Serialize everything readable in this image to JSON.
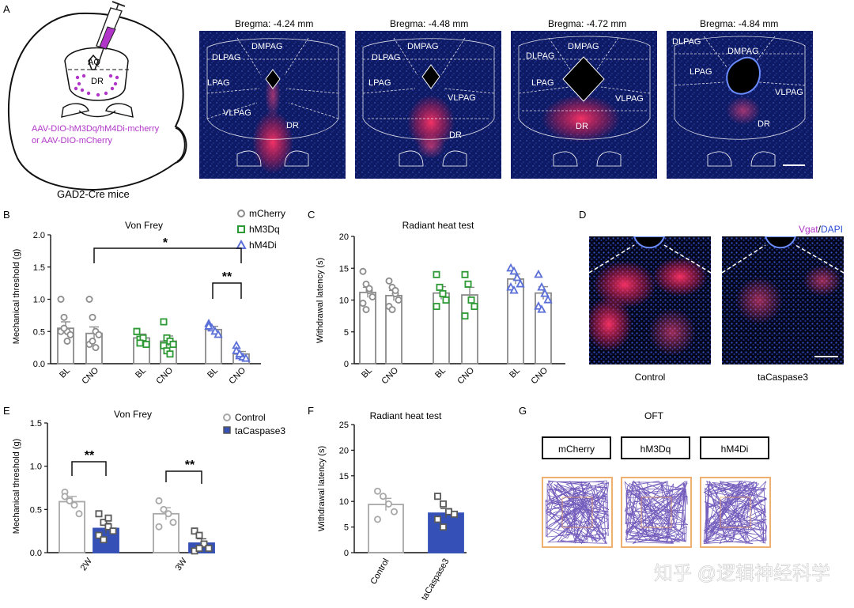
{
  "colors": {
    "mcherry": "#8c8c8c",
    "hm3dq": "#2e9a36",
    "hm4di": "#5b6fd8",
    "control": "#a8a8a8",
    "tacaspase3": "#3551b7",
    "micro_bg": "#0f1c66",
    "signal": "#ff2a55",
    "virus_text": "#b035c8",
    "watermark": "#ffffff"
  },
  "panels": {
    "A": {
      "letter": "A",
      "schematic": {
        "region_aq": "AQ",
        "region_dr": "DR",
        "virus_line1": "AAV-DIO-hM3Dq/hM4Di-mcherry",
        "virus_line2": "or AAV-DIO-mCherry",
        "mouse_label": "GAD2-Cre mice"
      },
      "sections": [
        {
          "bregma": "Bregma: -4.24 mm",
          "labels": [
            "DMPAG",
            "DLPAG",
            "LPAG",
            "VLPAG",
            "DR"
          ]
        },
        {
          "bregma": "Bregma: -4.48 mm",
          "labels": [
            "DMPAG",
            "DLPAG",
            "LPAG",
            "VLPAG",
            "DR"
          ]
        },
        {
          "bregma": "Bregma: -4.72 mm",
          "labels": [
            "DMPAG",
            "DLPAG",
            "LPAG",
            "VLPAG",
            "DR"
          ]
        },
        {
          "bregma": "Bregma: -4.84 mm",
          "labels": [
            "DLPAG",
            "DMPAG",
            "LPAG",
            "VLPAG",
            "DR"
          ]
        }
      ]
    },
    "B": {
      "letter": "B",
      "sig_cross": "*",
      "sig_within": "**",
      "legend": [
        "mCherry",
        "hM3Dq",
        "hM4Di"
      ]
    },
    "C": {
      "letter": "C"
    },
    "D": {
      "letter": "D",
      "stain_vgat": "Vgat",
      "stain_sep": "/",
      "stain_dapi": "DAPI",
      "labels": [
        "Control",
        "taCaspase3"
      ]
    },
    "E": {
      "letter": "E",
      "sig": [
        "**",
        "**"
      ],
      "legend": [
        "Control",
        "taCaspase3"
      ]
    },
    "F": {
      "letter": "F"
    },
    "G": {
      "letter": "G",
      "title": "OFT",
      "boxes": [
        "mCherry",
        "hM3Dq",
        "hM4Di"
      ]
    }
  },
  "watermark": "知乎 @逻辑神经科学",
  "chart_data": [
    {
      "id": "B",
      "type": "bar",
      "title": "Von Frey",
      "ylabel": "Mechanical threshold (g)",
      "ylim": [
        0,
        2.0
      ],
      "yticks": [
        "0.0",
        "0.5",
        "1.0",
        "1.5",
        "2.0"
      ],
      "categories": [
        "BL",
        "CNO",
        "BL",
        "CNO",
        "BL",
        "CNO"
      ],
      "series": [
        {
          "name": "mCherry",
          "values": [
            0.55,
            0.47
          ],
          "err": [
            0.1,
            0.1
          ],
          "points": [
            [
              1.0,
              0.72,
              0.5,
              0.45,
              0.5,
              0.55,
              0.35
            ],
            [
              1.0,
              0.72,
              0.5,
              0.45,
              0.3,
              0.35,
              0.25
            ]
          ]
        },
        {
          "name": "hM3Dq",
          "values": [
            0.4,
            0.35
          ],
          "err": [
            0.06,
            0.08
          ],
          "points": [
            [
              0.5,
              0.38,
              0.4,
              0.3,
              0.5,
              0.32
            ],
            [
              0.65,
              0.4,
              0.35,
              0.3,
              0.28,
              0.2,
              0.15
            ]
          ]
        },
        {
          "name": "hM4Di",
          "values": [
            0.53,
            0.15
          ],
          "err": [
            0.05,
            0.04
          ],
          "points": [
            [
              0.62,
              0.55,
              0.5,
              0.45,
              0.58
            ],
            [
              0.28,
              0.12,
              0.1,
              0.08,
              0.2,
              0.15
            ]
          ]
        }
      ]
    },
    {
      "id": "C",
      "type": "bar",
      "title": "Radiant heat test",
      "ylabel": "Withdrawal latency (s)",
      "ylim": [
        0,
        20
      ],
      "yticks": [
        "0",
        "5",
        "10",
        "15",
        "20"
      ],
      "categories": [
        "BL",
        "CNO",
        "BL",
        "CNO",
        "BL",
        "CNO"
      ],
      "series": [
        {
          "name": "mCherry",
          "values": [
            11.2,
            10.7
          ],
          "err": [
            0.8,
            0.8
          ],
          "points": [
            [
              14.5,
              12.5,
              11.5,
              10.5,
              9.5,
              8.5,
              11.8
            ],
            [
              13.0,
              12.0,
              11.0,
              10.0,
              9.0,
              8.5,
              11.5
            ]
          ]
        },
        {
          "name": "hM3Dq",
          "values": [
            11.1,
            10.8
          ],
          "err": [
            1.0,
            1.2
          ],
          "points": [
            [
              14.0,
              12.0,
              11.0,
              10.0,
              9.0
            ],
            [
              14.0,
              12.5,
              10.0,
              9.0,
              7.5
            ]
          ]
        },
        {
          "name": "hM4Di",
          "values": [
            13.3,
            11.1
          ],
          "err": [
            0.8,
            1.0
          ],
          "points": [
            [
              15.0,
              14.5,
              13.5,
              12.5,
              12.0,
              11.5
            ],
            [
              14.0,
              12.0,
              11.0,
              10.0,
              9.0,
              8.5
            ]
          ]
        }
      ]
    },
    {
      "id": "E",
      "type": "bar",
      "title": "Von Frey",
      "ylabel": "Mechanical threshold (g)",
      "ylim": [
        0,
        1.5
      ],
      "yticks": [
        "0.0",
        "0.5",
        "1.0",
        "1.5"
      ],
      "categories": [
        "2W",
        "3W"
      ],
      "series": [
        {
          "name": "Control",
          "values": [
            0.59,
            0.45
          ],
          "err": [
            0.06,
            0.07
          ],
          "points": [
            [
              0.7,
              0.6,
              0.55,
              0.45,
              0.65
            ],
            [
              0.6,
              0.5,
              0.45,
              0.35,
              0.3
            ]
          ]
        },
        {
          "name": "taCaspase3",
          "values": [
            0.28,
            0.11
          ],
          "err": [
            0.06,
            0.05
          ],
          "points": [
            [
              0.45,
              0.35,
              0.3,
              0.25,
              0.2,
              0.15,
              0.4
            ],
            [
              0.25,
              0.2,
              0.1,
              0.05,
              0.02,
              0.05
            ]
          ]
        }
      ]
    },
    {
      "id": "F",
      "type": "bar",
      "title": "Radiant heat test",
      "ylabel": "Withdrawal latency (s)",
      "ylim": [
        0,
        25
      ],
      "yticks": [
        "0",
        "5",
        "10",
        "15",
        "20",
        "25"
      ],
      "categories": [
        "Control",
        "taCaspase3"
      ],
      "series": [
        {
          "name": "Control",
          "values": [
            9.4
          ],
          "err": [
            1.2
          ],
          "points": [
            [
              12.0,
              11.0,
              9.5,
              8.0,
              6.5
            ]
          ]
        },
        {
          "name": "taCaspase3",
          "values": [
            7.7
          ],
          "err": [
            0.9
          ],
          "points": [
            [
              11.0,
              9.5,
              8.0,
              7.5,
              6.5,
              5.0
            ]
          ]
        }
      ]
    }
  ]
}
